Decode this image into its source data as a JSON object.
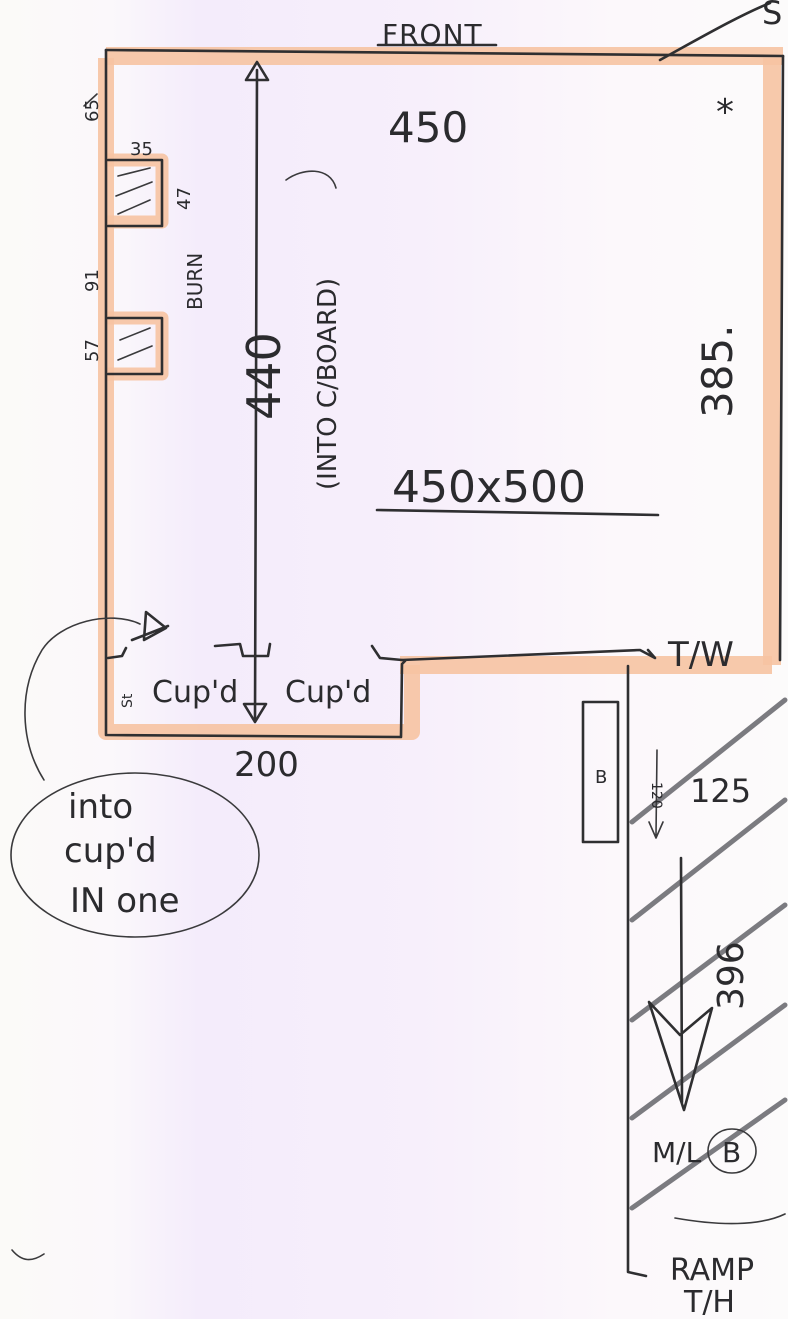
{
  "plan": {
    "front_label": "FRONT",
    "corner_label": "S",
    "width_top": "450",
    "star_mark": "*",
    "side_depth": "385.",
    "room_size": "450x500",
    "length_arrow": "440",
    "length_note": "(INTO C/BOARD)",
    "window_top_width": "35",
    "window_gap_top": "65",
    "window_side_1": "47",
    "window_gap_mid": "91",
    "window_gap_low": "57",
    "burn_note": "BURN",
    "cupboard_left": "Cup'd",
    "cupboard_right": "Cup'd",
    "left_small": "St",
    "cupboard_width": "200",
    "tw_label": "T/W",
    "b_label": "B",
    "small_120": "120",
    "hall_125": "125",
    "hall_length": "396",
    "ml_label": "M/L",
    "b_circle": "B",
    "ramp_label": "RAMP",
    "th_label": "T/H",
    "bubble_line1": "into",
    "bubble_line2": "cup'd",
    "bubble_line3": "IN one"
  }
}
